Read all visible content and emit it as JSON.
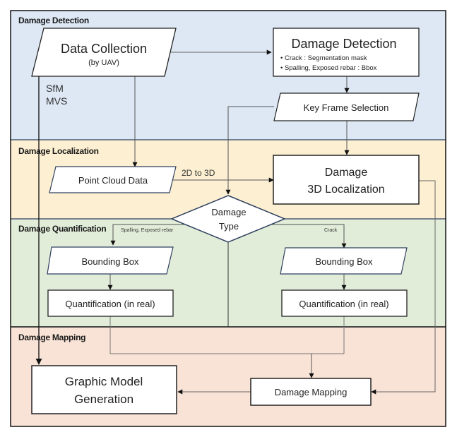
{
  "diagram": {
    "type": "flowchart",
    "colors": {
      "detection_band": "#dde8f4",
      "localization_band": "#fdf0d2",
      "quantification_band": "#e2edd9",
      "mapping_band": "#f9e3d6",
      "node_fill": "#ffffff",
      "box_stroke": "#222222",
      "shape_stroke": "#2f4060",
      "connector": "#666666"
    },
    "lanes": [
      {
        "id": "detection",
        "label": "Damage Detection"
      },
      {
        "id": "localization",
        "label": "Damage Localization"
      },
      {
        "id": "quantification",
        "label": "Damage Quantification"
      },
      {
        "id": "mapping",
        "label": "Damage Mapping"
      }
    ],
    "nodes": {
      "data_collection": {
        "shape": "parallelogram",
        "title": "Data Collection",
        "subtitle": "(by UAV)"
      },
      "damage_detection": {
        "shape": "rectangle",
        "title": "Damage Detection",
        "bullets": [
          "• Crack : Segmentation mask",
          "• Spalling, Exposed rebar : Bbox"
        ]
      },
      "key_frame_selection": {
        "shape": "parallelogram",
        "title": "Key Frame Selection"
      },
      "point_cloud_data": {
        "shape": "parallelogram",
        "title": "Point Cloud Data"
      },
      "damage_3d_localization": {
        "shape": "rectangle",
        "lines": [
          "Damage",
          "3D Localization"
        ]
      },
      "damage_type": {
        "shape": "diamond",
        "lines": [
          "Damage",
          "Type"
        ]
      },
      "bbox_left": {
        "shape": "parallelogram",
        "title": "Bounding Box"
      },
      "quant_left": {
        "shape": "rectangle",
        "title": "Quantification (in real)"
      },
      "bbox_right": {
        "shape": "parallelogram",
        "title": "Bounding Box"
      },
      "quant_right": {
        "shape": "rectangle",
        "title": "Quantification (in real)"
      },
      "graphic_model": {
        "shape": "rectangle",
        "lines": [
          "Graphic Model",
          "Generation"
        ]
      },
      "damage_mapping": {
        "shape": "rectangle",
        "title": "Damage Mapping"
      }
    },
    "edge_labels": {
      "sfm": "SfM",
      "mvs": "MVS",
      "two_d_to_three_d": "2D to 3D",
      "spalling_branch": "Spalling, Exposed rebar",
      "crack_branch": "Crack"
    },
    "edges": [
      {
        "from": "data_collection",
        "to": "damage_detection"
      },
      {
        "from": "damage_detection",
        "to": "key_frame_selection"
      },
      {
        "from": "key_frame_selection",
        "to": "damage_3d_localization"
      },
      {
        "from": "key_frame_selection",
        "to": "damage_type"
      },
      {
        "from": "data_collection",
        "to": "point_cloud_data"
      },
      {
        "from": "point_cloud_data",
        "to": "damage_3d_localization",
        "label": "2D to 3D"
      },
      {
        "from": "data_collection",
        "to": "graphic_model",
        "label": "SfM / MVS"
      },
      {
        "from": "damage_type",
        "to": "bbox_left",
        "label": "Spalling, Exposed rebar"
      },
      {
        "from": "damage_type",
        "to": "bbox_right",
        "label": "Crack"
      },
      {
        "from": "bbox_left",
        "to": "quant_left"
      },
      {
        "from": "bbox_right",
        "to": "quant_right"
      },
      {
        "from": "quant_left",
        "to": "damage_mapping"
      },
      {
        "from": "quant_right",
        "to": "damage_mapping"
      },
      {
        "from": "damage_3d_localization",
        "to": "damage_mapping"
      },
      {
        "from": "damage_mapping",
        "to": "graphic_model"
      }
    ]
  }
}
